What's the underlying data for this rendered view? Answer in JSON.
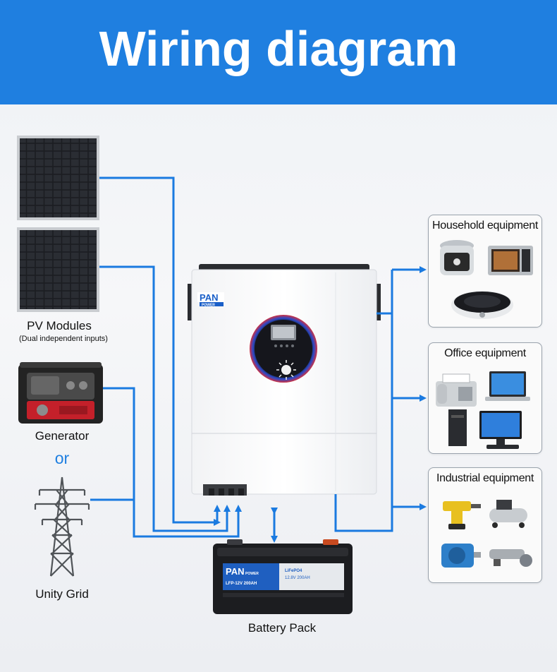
{
  "header": {
    "title": "Wiring diagram"
  },
  "sources": {
    "pv": {
      "label": "PV Modules",
      "sublabel": "(Dual independent inputs)"
    },
    "generator": {
      "label": "Generator"
    },
    "or_text": "or",
    "grid": {
      "label": "Unity Grid"
    }
  },
  "inverter": {
    "brand": "PAN",
    "brand_sub": "POWER"
  },
  "battery": {
    "label": "Battery Pack",
    "brand": "PAN",
    "brand_sub": "POWER",
    "model_text": "LFP-12V 200AH",
    "chem_text": "LiFePO4",
    "spec_text": "12.8V 200AH"
  },
  "loads": [
    {
      "label": "Household equipment"
    },
    {
      "label": "Office equipment"
    },
    {
      "label": "Industrial equipment"
    }
  ],
  "colors": {
    "accent": "#1f7fe0",
    "wire": "#1a7ae0"
  }
}
